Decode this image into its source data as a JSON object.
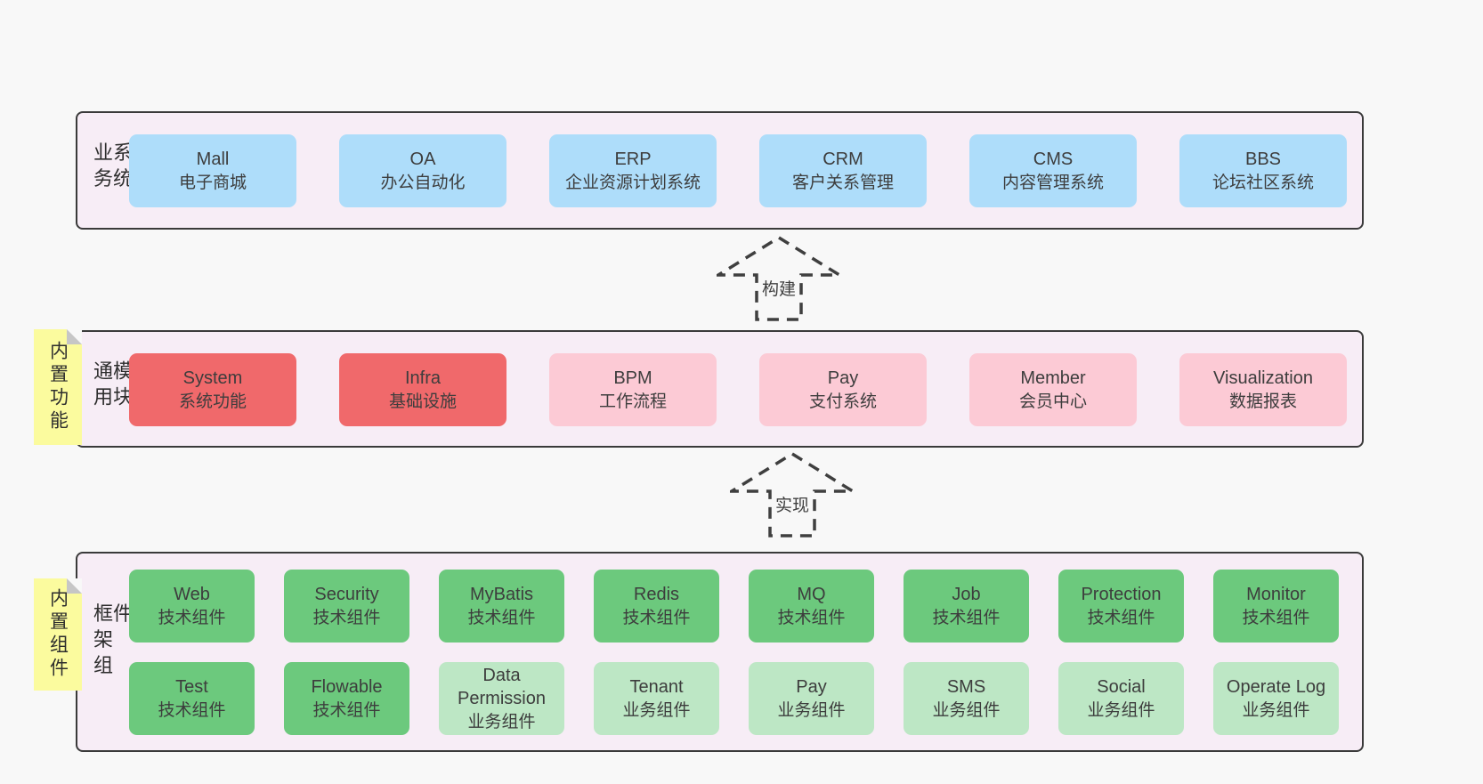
{
  "colors": {
    "page_bg": "#f8f8f8",
    "section_bg": "#f7edf6",
    "section_border": "#3a3a3a",
    "card_blue": "#aeddfa",
    "card_red": "#f0696b",
    "card_pink": "#fccad5",
    "card_green": "#6cc97d",
    "card_light_green": "#bde7c5",
    "note_yellow": "#fbfb9e",
    "note_fold_gray": "#c6c6c6",
    "text": "#3d3d3d",
    "arrow_dash": "#3f3f3f"
  },
  "arrows": [
    {
      "label": "构建"
    },
    {
      "label": "实现"
    }
  ],
  "sections": [
    {
      "label": "业务系统",
      "cards": [
        {
          "title": "Mall",
          "subtitle": "电子商城"
        },
        {
          "title": "OA",
          "subtitle": "办公自动化"
        },
        {
          "title": "ERP",
          "subtitle": "企业资源计划系统"
        },
        {
          "title": "CRM",
          "subtitle": "客户关系管理"
        },
        {
          "title": "CMS",
          "subtitle": "内容管理系统"
        },
        {
          "title": "BBS",
          "subtitle": "论坛社区系统"
        }
      ]
    },
    {
      "label": "通用模块",
      "note": "内置功能",
      "cards": [
        {
          "title": "System",
          "subtitle": "系统功能"
        },
        {
          "title": "Infra",
          "subtitle": "基础设施"
        },
        {
          "title": "BPM",
          "subtitle": "工作流程"
        },
        {
          "title": "Pay",
          "subtitle": "支付系统"
        },
        {
          "title": "Member",
          "subtitle": "会员中心"
        },
        {
          "title": "Visualization",
          "subtitle": "数据报表"
        }
      ]
    },
    {
      "label": "框架组件",
      "note": "内置组件",
      "rows": [
        [
          {
            "title": "Web",
            "subtitle": "技术组件"
          },
          {
            "title": "Security",
            "subtitle": "技术组件"
          },
          {
            "title": "MyBatis",
            "subtitle": "技术组件"
          },
          {
            "title": "Redis",
            "subtitle": "技术组件"
          },
          {
            "title": "MQ",
            "subtitle": "技术组件"
          },
          {
            "title": "Job",
            "subtitle": "技术组件"
          },
          {
            "title": "Protection",
            "subtitle": "技术组件"
          },
          {
            "title": "Monitor",
            "subtitle": "技术组件"
          }
        ],
        [
          {
            "title": "Test",
            "subtitle": "技术组件"
          },
          {
            "title": "Flowable",
            "subtitle": "技术组件"
          },
          {
            "title": "Data Permission",
            "subtitle": "业务组件"
          },
          {
            "title": "Tenant",
            "subtitle": "业务组件"
          },
          {
            "title": "Pay",
            "subtitle": "业务组件"
          },
          {
            "title": "SMS",
            "subtitle": "业务组件"
          },
          {
            "title": "Social",
            "subtitle": "业务组件"
          },
          {
            "title": "Operate Log",
            "subtitle": "业务组件"
          }
        ]
      ]
    }
  ]
}
